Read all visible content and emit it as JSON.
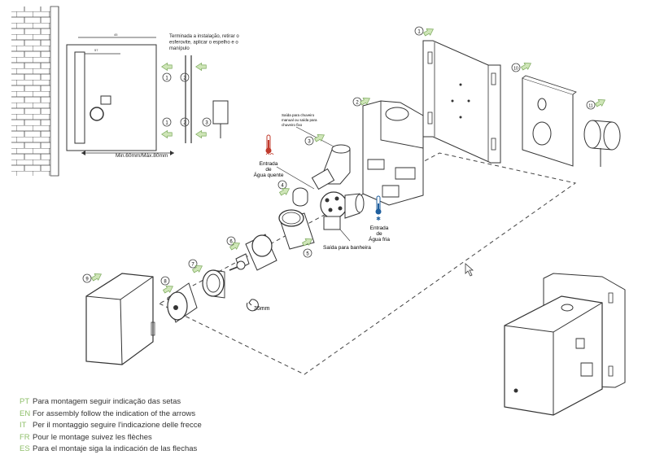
{
  "installation_note": [
    "Terminada a instalação, retirar o",
    "esferovite, aplicar o espelho e o",
    "manípulo"
  ],
  "dimension_label": "Min.60mm/Máx.80mm",
  "callouts": {
    "hot_water_inlet": [
      "Entrada",
      "de",
      "Água quente"
    ],
    "cold_water_inlet": [
      "Entrada",
      "de",
      "Água fria"
    ],
    "bath_outlet": "Saída para banheira",
    "shower_outlet": [
      "Saída para chuveiro",
      "manual ou saída para",
      "chuveiro fixo"
    ],
    "wrench_size": "35mm"
  },
  "step_numbers": [
    "1",
    "2",
    "3",
    "4",
    "5",
    "6",
    "7",
    "8",
    "9",
    "10",
    "11"
  ],
  "legend": [
    {
      "code": "PT",
      "text": "Para montagem seguir indicação das setas"
    },
    {
      "code": "EN",
      "text": "For assembly follow the indication of the arrows"
    },
    {
      "code": "IT",
      "text": "Per il montaggio seguire l'indicazione delle frecce"
    },
    {
      "code": "FR",
      "text": "Pour le montage suivez les flèches"
    },
    {
      "code": "ES",
      "text": "Para el montaje siga la indicación de las flechas"
    }
  ],
  "colors": {
    "arrow": "#8fbf6a",
    "hot": "#c0392b",
    "cold": "#1f5f9e",
    "line": "#333333"
  }
}
